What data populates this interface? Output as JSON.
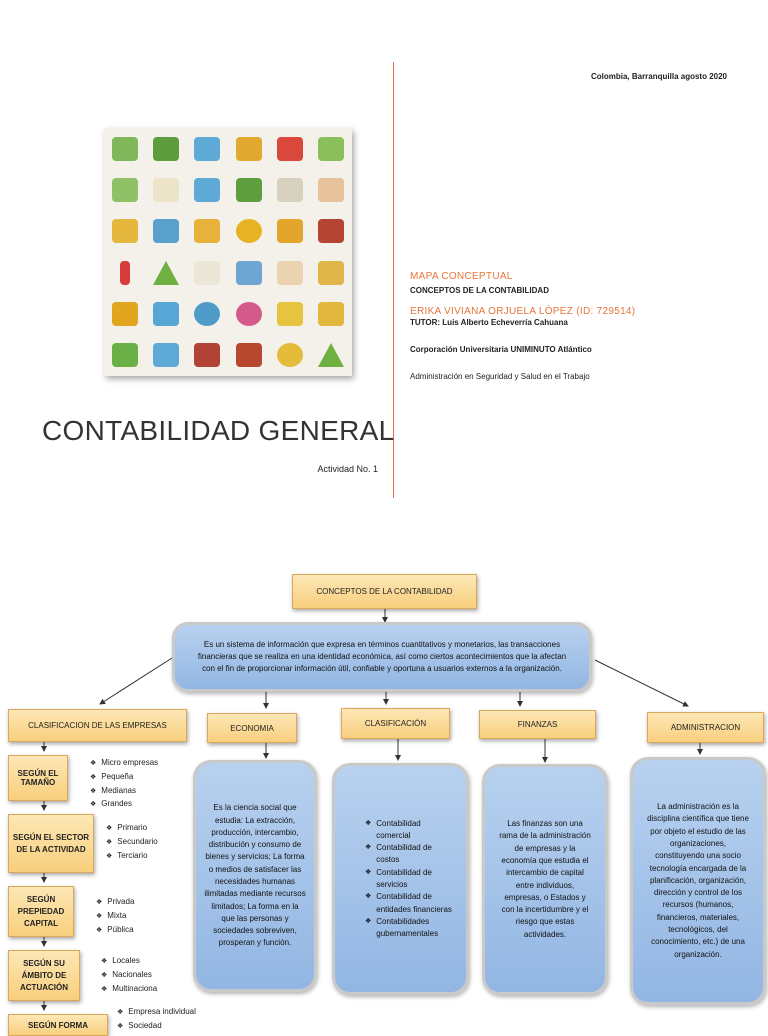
{
  "cover": {
    "date": "Colombia, Barranquilla agosto 2020",
    "title": "CONTABILIDAD GENERAL",
    "activity": "Actividad No. 1",
    "map_label": "MAPA CONCEPTUAL",
    "subject": "CONCEPTOS DE LA CONTABILIDAD",
    "author": "ERIKA VIVIANA ORJUELA LÓPEZ (ID: 729514)",
    "tutor": "TUTOR: Luis Alberto Echeverría Cahuana",
    "university": "Corporación Universitaria UNIMINUTO Atlántico",
    "program": "Administración en Seguridad y Salud en el Trabajo"
  },
  "map": {
    "root": "CONCEPTOS DE LA CONTABILIDAD",
    "definition": "Es un sistema de información que expresa en términos cuantitativos y monetarios, las transacciones financieras que se realiza en una identidad económica, así como ciertos acontecimientos que la afectan con el fin de proporcionar información útil, confiable y oportuna a usuarios externos a la organización.",
    "branches": {
      "clasificacion_empresas": "CLASIFICACION DE LAS EMPRESAS",
      "economia": "ECONOMIA",
      "clasificacion": "CLASIFICACIÓN",
      "finanzas": "FINANZAS",
      "administracion": "ADMINISTRACION"
    },
    "criteria": {
      "tamano": "SEGÚN EL TAMAÑO",
      "sector": "SEGÚN EL SECTOR DE LA ACTIVIDAD",
      "capital": "SEGÚN PREPIEDAD CAPITAL",
      "ambito": "SEGÚN SU ÁMBITO DE ACTUACIÓN",
      "forma": "SEGÚN FORMA"
    },
    "lists": {
      "tamano": [
        "Micro empresas",
        "Pequeña",
        "Medianas",
        "Grandes"
      ],
      "sector": [
        "Primario",
        "Secundario",
        "Terciario"
      ],
      "capital": [
        "Privada",
        "Mixta",
        "Pública"
      ],
      "ambito": [
        "Locales",
        "Nacionales",
        "Multinaciona"
      ],
      "forma": [
        "Empresa individual",
        "Sociedad"
      ]
    },
    "economia_text": "Es la ciencia social que estudia: La extracción, producción, intercambio, distribución y consumo de bienes y servicios; La forma o medios de satisfacer las necesidades humanas ilimitadas mediante recursos limitados; La forma en la que las personas y sociedades sobreviven, prosperan y función.",
    "clasificacion_items": [
      "Contabilidad comercial",
      "Contabilidad de costos",
      "Contabilidad de servicios",
      "Contabilidad de entidades financieras",
      "Contabilidades gubernamentales"
    ],
    "finanzas_text": "Las finanzas son una rama de la administración de empresas y la economía que estudia el intercambio de capital entre individuos, empresas, o Estados y con la incertidumbre y el riesgo que estas actividades.",
    "administracion_text": "La administración es la disciplina científica que tiene por objeto el estudio de las organizaciones, constituyendo una socio tecnología encargada de la planificación, organización, dirección y control de los recursos (humanos, financieros, materiales, tecnológicos, del conocimiento, etc.) de una organización."
  }
}
